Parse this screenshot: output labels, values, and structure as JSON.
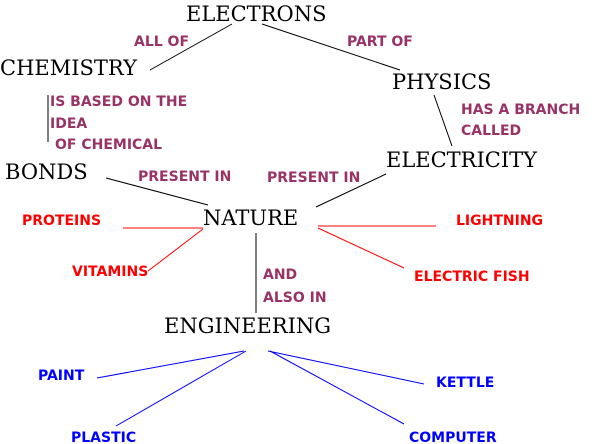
{
  "colors": {
    "node": "#000000",
    "link_label": "#993366",
    "nature_example": "#ff0000",
    "engineering_example": "#0000ff",
    "line_black": "#000000",
    "line_red": "#ff0000",
    "line_blue": "#0000ff"
  },
  "nodes": {
    "electrons": "ELECTRONS",
    "chemistry": "CHEMISTRY",
    "physics": "PHYSICS",
    "bonds": "BONDS",
    "electricity": "ELECTRICITY",
    "nature": "NATURE",
    "engineering": "ENGINEERING"
  },
  "link_labels": {
    "all_of": "ALL OF",
    "part_of": "PART OF",
    "based_on_line1": "IS BASED ON THE",
    "based_on_line2": "IDEA",
    "based_on_line3": "OF CHEMICAL",
    "branch_line1": "HAS A BRANCH",
    "branch_line2": "CALLED",
    "present_in_left": "PRESENT IN",
    "present_in_right": "PRESENT IN",
    "also_in_line1": "AND",
    "also_in_line2": "ALSO IN"
  },
  "nature_examples": {
    "proteins": "PROTEINS",
    "vitamins": "VITAMINS",
    "lightning": "LIGHTNING",
    "electric_fish": "ELECTRIC FISH"
  },
  "engineering_examples": {
    "paint": "PAINT",
    "plastic": "PLASTIC",
    "kettle": "KETTLE",
    "computer": "COMPUTER"
  }
}
